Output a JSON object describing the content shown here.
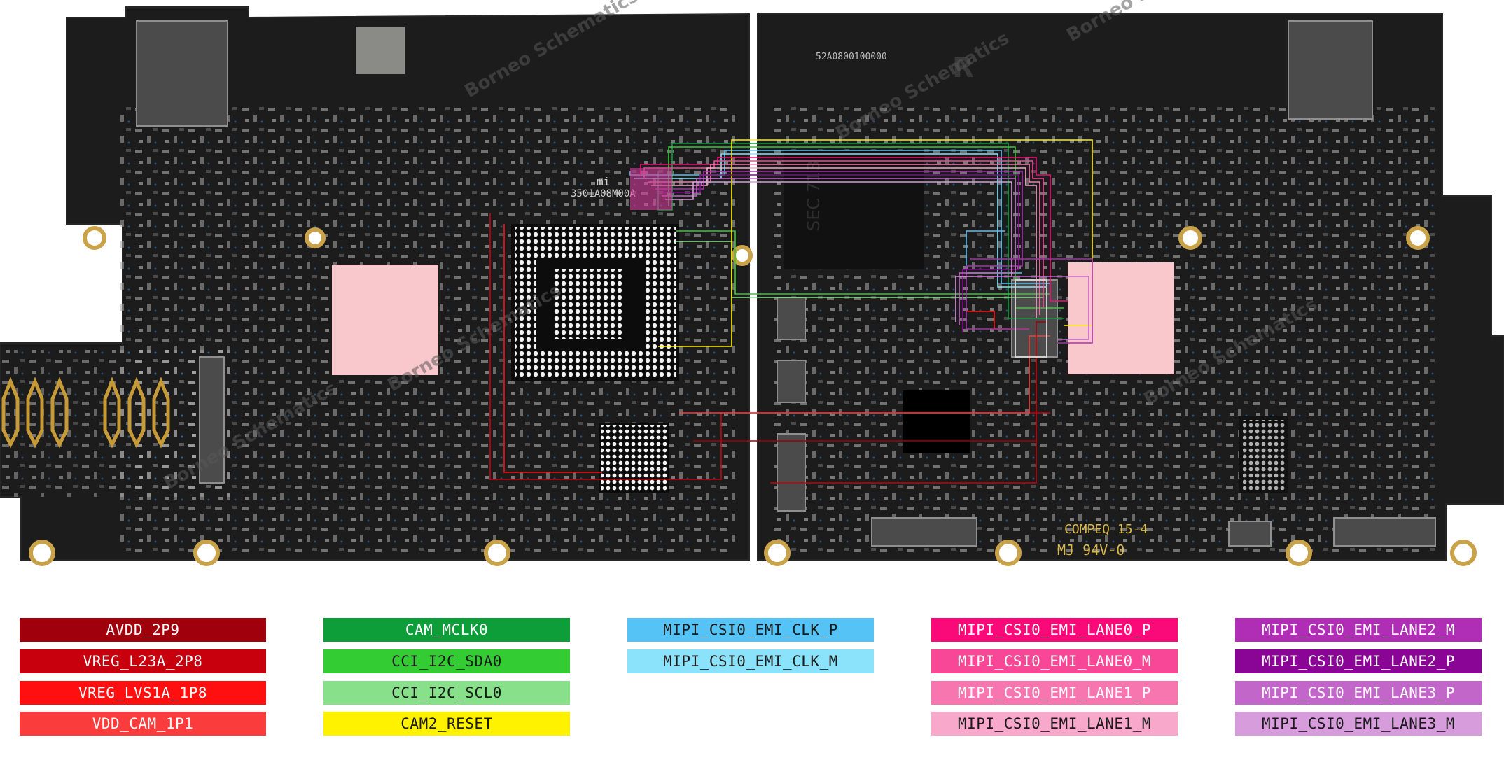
{
  "board": {
    "left_marking": "3501A08M00A",
    "right_marking": "R",
    "fab_marking": "MJ 94V-0",
    "comp_marking": "COMPEQ 15-4",
    "code_marking": "52A0800100000",
    "watermark": "Borneo Schematics",
    "left_chip_text": "mi",
    "memory_text": "SEC 713"
  },
  "legend": [
    {
      "label": "AVDD_2P9",
      "color": "#a0000b",
      "text": "dark"
    },
    {
      "label": "VREG_L23A_2P8",
      "color": "#c8000e",
      "text": "dark"
    },
    {
      "label": "VREG_LVS1A_1P8",
      "color": "#ff0f0f",
      "text": "dark"
    },
    {
      "label": "VDD_CAM_1P1",
      "color": "#fa3c3c",
      "text": "dark"
    },
    {
      "label": "CAM_MCLK0",
      "color": "#0d9e3a",
      "text": "dark"
    },
    {
      "label": "CCI_I2C_SDA0",
      "color": "#33cc33",
      "text": "light"
    },
    {
      "label": "CCI_I2C_SCL0",
      "color": "#88e08a",
      "text": "light"
    },
    {
      "label": "CAM2_RESET",
      "color": "#fff200",
      "text": "light"
    },
    {
      "label": "MIPI_CSI0_EMI_CLK_P",
      "color": "#55c3f5",
      "text": "light"
    },
    {
      "label": "MIPI_CSI0_EMI_CLK_M",
      "color": "#8ae3fb",
      "text": "light"
    },
    {
      "label": "MIPI_CSI0_EMI_LANE0_P",
      "color": "#fa0a78",
      "text": "dark"
    },
    {
      "label": "MIPI_CSI0_EMI_LANE0_M",
      "color": "#f84796",
      "text": "dark"
    },
    {
      "label": "MIPI_CSI0_EMI_LANE1_P",
      "color": "#f876b0",
      "text": "dark"
    },
    {
      "label": "MIPI_CSI0_EMI_LANE1_M",
      "color": "#f8a8cb",
      "text": "light"
    },
    {
      "label": "MIPI_CSI0_EMI_LANE2_M",
      "color": "#b02db5",
      "text": "dark"
    },
    {
      "label": "MIPI_CSI0_EMI_LANE2_P",
      "color": "#8a0596",
      "text": "dark"
    },
    {
      "label": "MIPI_CSI0_EMI_LANE3_P",
      "color": "#c266c9",
      "text": "dark"
    },
    {
      "label": "MIPI_CSI0_EMI_LANE3_M",
      "color": "#d79cdb",
      "text": "light"
    }
  ]
}
